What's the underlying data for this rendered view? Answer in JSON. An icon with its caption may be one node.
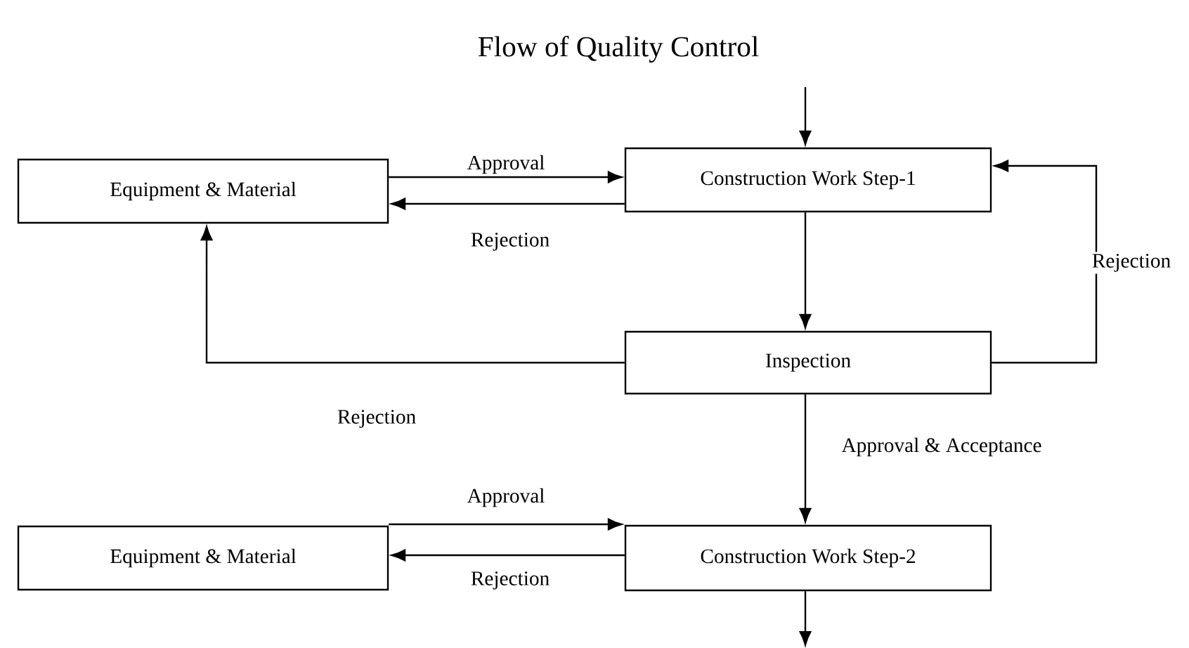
{
  "diagram": {
    "title": "Flow of Quality Control",
    "nodes": [
      {
        "text": [
          "Equipment & Material"
        ]
      },
      {
        "text": [
          "Construction Work Step-1"
        ]
      },
      {
        "text": [
          "Inspection"
        ]
      },
      {
        "text": [
          "Equipment & Material"
        ]
      },
      {
        "text": [
          "Construction Work Step-2"
        ]
      }
    ],
    "edges": [
      {
        "from": null,
        "to": 1,
        "arrow": "to"
      },
      {
        "from": 0,
        "to": 1,
        "arrow": "to",
        "label": "Approval"
      },
      {
        "from": 1,
        "to": 0,
        "arrow": "to",
        "label": "Rejection"
      },
      {
        "from": 1,
        "to": 2,
        "arrow": "to"
      },
      {
        "from": 2,
        "to": 1,
        "arrow": "to",
        "label": "Rejection"
      },
      {
        "from": 2,
        "to": 0,
        "arrow": "to",
        "label": "Rejection"
      },
      {
        "from": 2,
        "to": 4,
        "arrow": "to",
        "label": "Approval & Acceptance"
      },
      {
        "from": 3,
        "to": 4,
        "arrow": "to",
        "label": "Approval"
      },
      {
        "from": 4,
        "to": 3,
        "arrow": "to",
        "label": "Rejection"
      },
      {
        "from": 4,
        "to": null,
        "arrow": "to"
      }
    ]
  }
}
